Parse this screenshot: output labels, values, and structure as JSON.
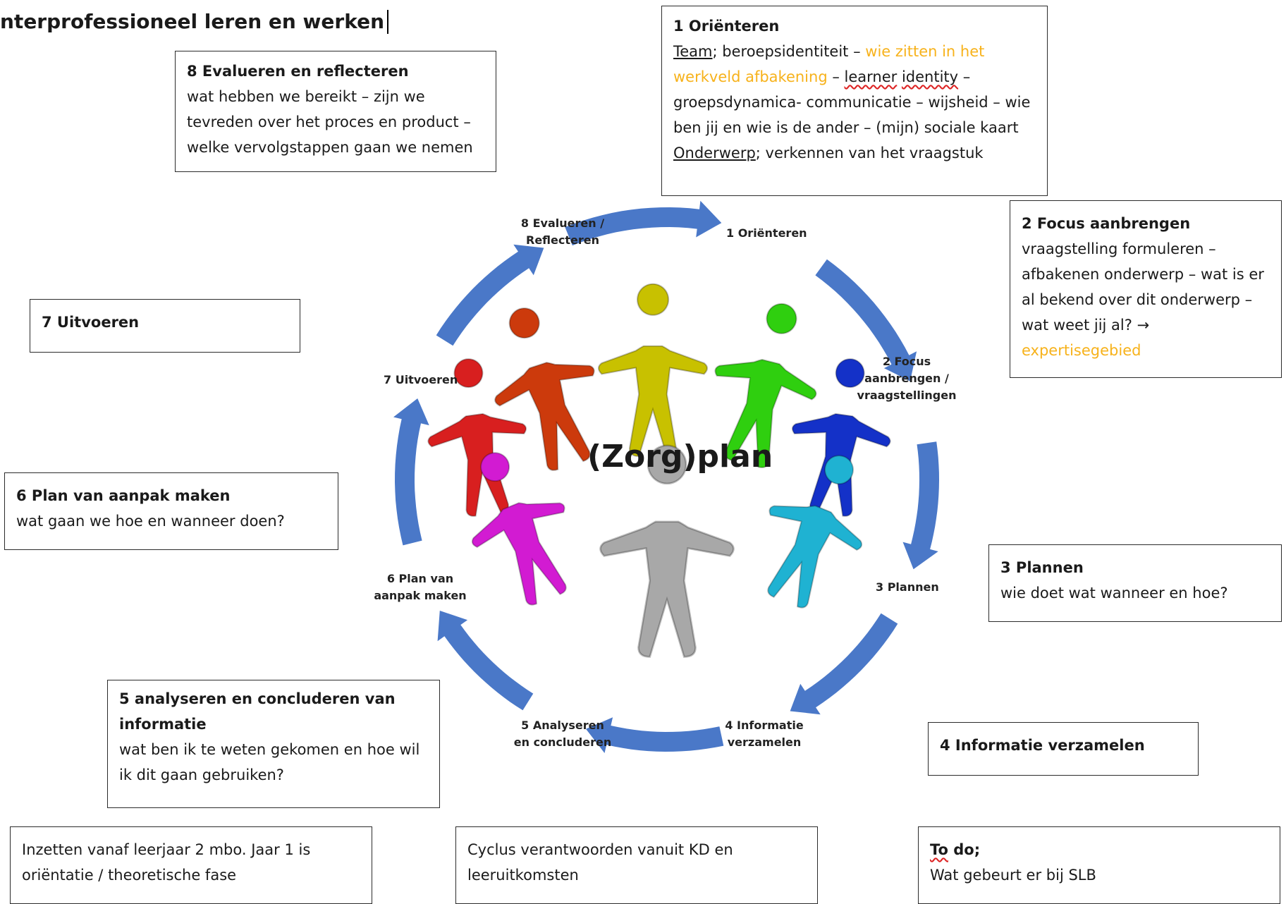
{
  "title": "nterprofessioneel leren en werken",
  "center_label": "(Zorg)plan",
  "cycle_labels": {
    "s1": "1 Oriënteren",
    "s2_a": "2 Focus",
    "s2_b": "aanbrengen /",
    "s2_c": "vraagstellingen",
    "s3": "3 Plannen",
    "s4_a": "4 Informatie",
    "s4_b": "verzamelen",
    "s5_a": "5 Analyseren",
    "s5_b": "en concluderen",
    "s6_a": "6 Plan van",
    "s6_b": "aanpak maken",
    "s7": "7 Uitvoeren",
    "s8_a": "8 Evalueren /",
    "s8_b": "Reflecteren"
  },
  "boxes": {
    "b1": {
      "heading": "1 Oriënteren",
      "team": "Team",
      "t1": "; beroepsidentiteit – ",
      "orange": "wie zitten in het werkveld afbakening",
      "t2": " – ",
      "learner": "learner",
      "sp": " ",
      "identity": "identity",
      "t3": " – groepsdynamica-  communicatie – wijsheid – wie ben jij en wie is de ander – (mijn) sociale kaart",
      "onderwerp": "Onderwerp",
      "t4": "; verkennen van het vraagstuk"
    },
    "b2": {
      "heading": "2 Focus aanbrengen",
      "text": "vraagstelling formuleren – afbakenen onderwerp – wat is er al bekend over dit onderwerp – wat weet jij al? →",
      "orange": "expertisegebied"
    },
    "b3": {
      "heading": "3 Plannen",
      "text": "wie doet wat wanneer en hoe?"
    },
    "b4": {
      "heading": "4 Informatie verzamelen"
    },
    "b5": {
      "heading": "5 analyseren en concluderen van informatie",
      "text": "wat ben ik te weten gekomen en hoe wil ik dit gaan gebruiken?"
    },
    "b6": {
      "heading": "6 Plan van aanpak maken",
      "text": "wat gaan we hoe en wanneer doen?"
    },
    "b7": {
      "heading": "7 Uitvoeren"
    },
    "b8": {
      "heading": "8 Evalueren en reflecteren",
      "text": "wat hebben we bereikt – zijn we tevreden over het proces en product – welke vervolgstappen gaan we nemen"
    }
  },
  "notes": {
    "n1": "Inzetten vanaf leerjaar 2 mbo. Jaar 1 is oriëntatie / theoretische fase",
    "n2": "Cyclus verantwoorden vanuit KD en leeruitkomsten",
    "n3_head": "To do;",
    "n3_head_a": "To",
    "n3_head_b": " do;",
    "n3_text": "Wat gebeurt er bij SLB"
  },
  "colors": {
    "arrow": "#4a78c8",
    "highlight": "#f7b21b",
    "figures": [
      "#d81f1f",
      "#cc3a0c",
      "#c8c100",
      "#2fcf0f",
      "#1431c8",
      "#1fb2d2",
      "#a8a8a8",
      "#d21bd2"
    ]
  }
}
